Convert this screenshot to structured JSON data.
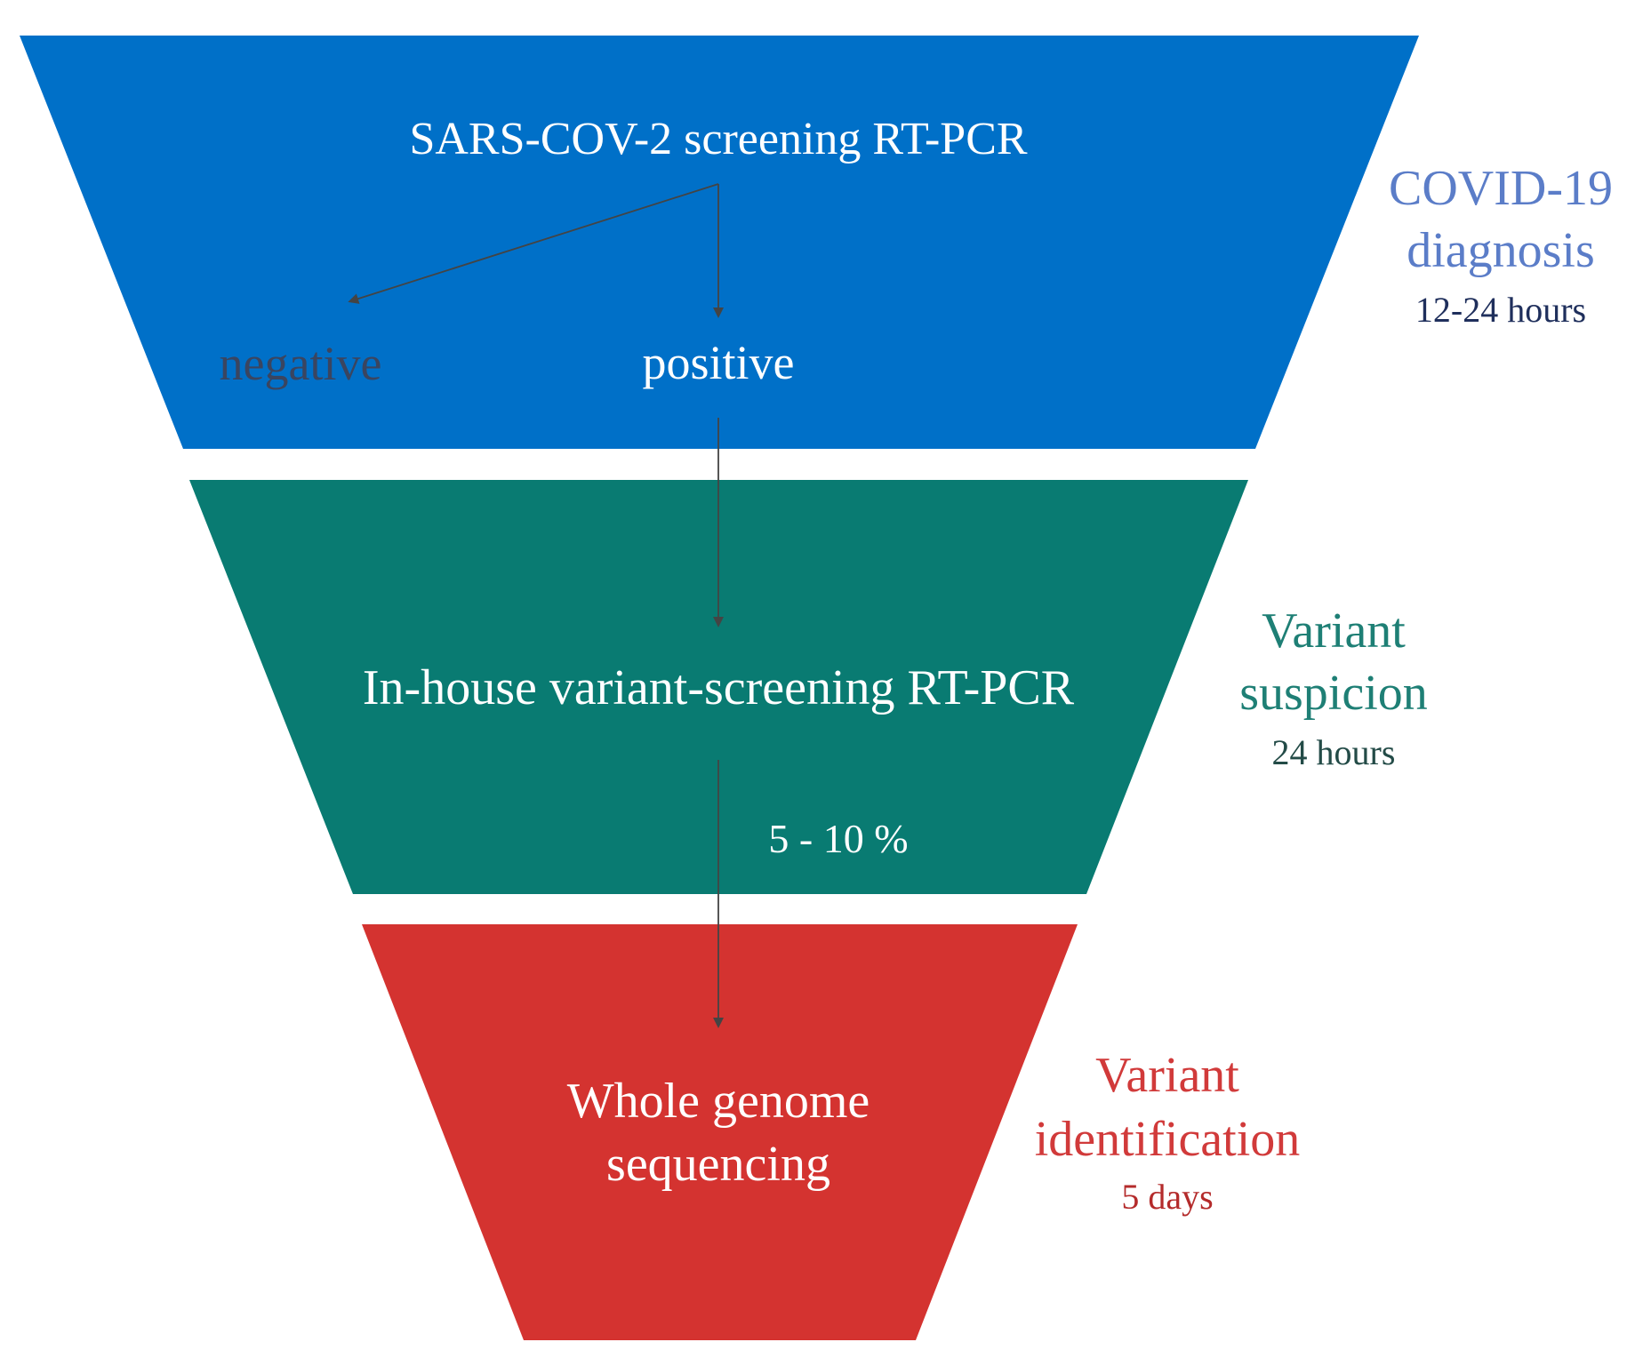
{
  "stages": [
    {
      "name": "screening",
      "title_lines": [
        "SARS-COV-2 screening RT-PCR"
      ],
      "color": "#0070C8",
      "side_label_lines": [
        "COVID-19",
        "diagnosis"
      ],
      "side_time": "12-24 hours",
      "side_color": "#5B7DC8",
      "side_time_color": "#1F2F5C"
    },
    {
      "name": "variant-screening",
      "title_lines": [
        "In-house variant-screening RT-PCR"
      ],
      "color": "#097B72",
      "side_label_lines": [
        "Variant",
        "suspicion"
      ],
      "side_time": "24 hours",
      "side_color": "#1E7F75",
      "side_time_color": "#234B47"
    },
    {
      "name": "sequencing",
      "title_lines": [
        "Whole genome",
        "sequencing"
      ],
      "color": "#D43330",
      "side_label_lines": [
        "Variant",
        "identification"
      ],
      "side_time": "5 days",
      "side_color": "#D13A3A",
      "side_time_color": "#B42B2B"
    }
  ],
  "results": {
    "negative": "negative",
    "positive": "positive",
    "negative_color": "#3A4560"
  },
  "percentage": "5 - 10 %",
  "arrow_color": "#444444"
}
